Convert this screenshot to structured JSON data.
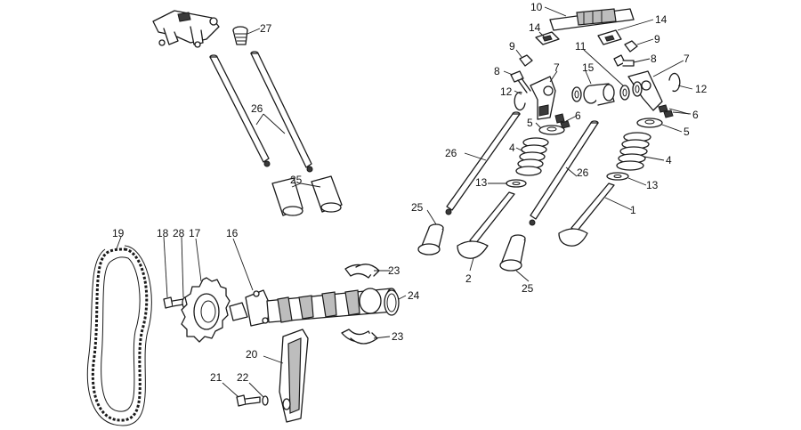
{
  "callouts": {
    "c1": "1",
    "c2": "2",
    "c4a": "4",
    "c4b": "4",
    "c5a": "5",
    "c5b": "5",
    "c6a": "6",
    "c6b": "6",
    "c7a": "7",
    "c7b": "7",
    "c8a": "8",
    "c8b": "8",
    "c9a": "9",
    "c9b": "9",
    "c10": "10",
    "c11": "11",
    "c12a": "12",
    "c12b": "12",
    "c13a": "13",
    "c13b": "13",
    "c14a": "14",
    "c14b": "14",
    "c15": "15",
    "c16": "16",
    "c17": "17",
    "c18": "18",
    "c19": "19",
    "c20": "20",
    "c21": "21",
    "c22": "22",
    "c23a": "23",
    "c23b": "23",
    "c24": "24",
    "c25a": "25",
    "c25b": "25",
    "c25c": "25",
    "c26a": "26",
    "c26b": "26",
    "c26c": "26",
    "c27": "27",
    "c28": "28"
  }
}
